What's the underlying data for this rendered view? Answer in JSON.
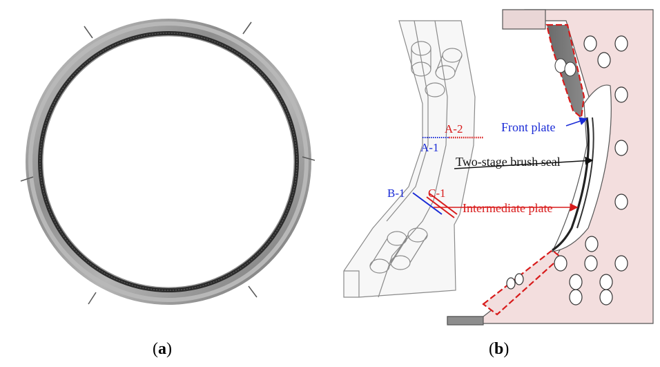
{
  "panel_a": {
    "caption": {
      "open": "(",
      "letter": "a",
      "close": ")"
    }
  },
  "panel_b": {
    "caption": {
      "open": "(",
      "letter": "b",
      "close": ")"
    },
    "labels": {
      "a1": "A-1",
      "a2": "A-2",
      "b1": "B-1",
      "c1": "C-1",
      "front_plate": "Front plate",
      "brush_seal": "Two-stage brush seal",
      "intermediate_plate": "Intermediate plate"
    }
  },
  "colors": {
    "blue_label": "#1a2bd6",
    "red_label": "#d81b1b",
    "plate_fill": "#f3dede",
    "ring_metal": "#9a9a9a",
    "bristle_dark": "#2b2b2b"
  }
}
